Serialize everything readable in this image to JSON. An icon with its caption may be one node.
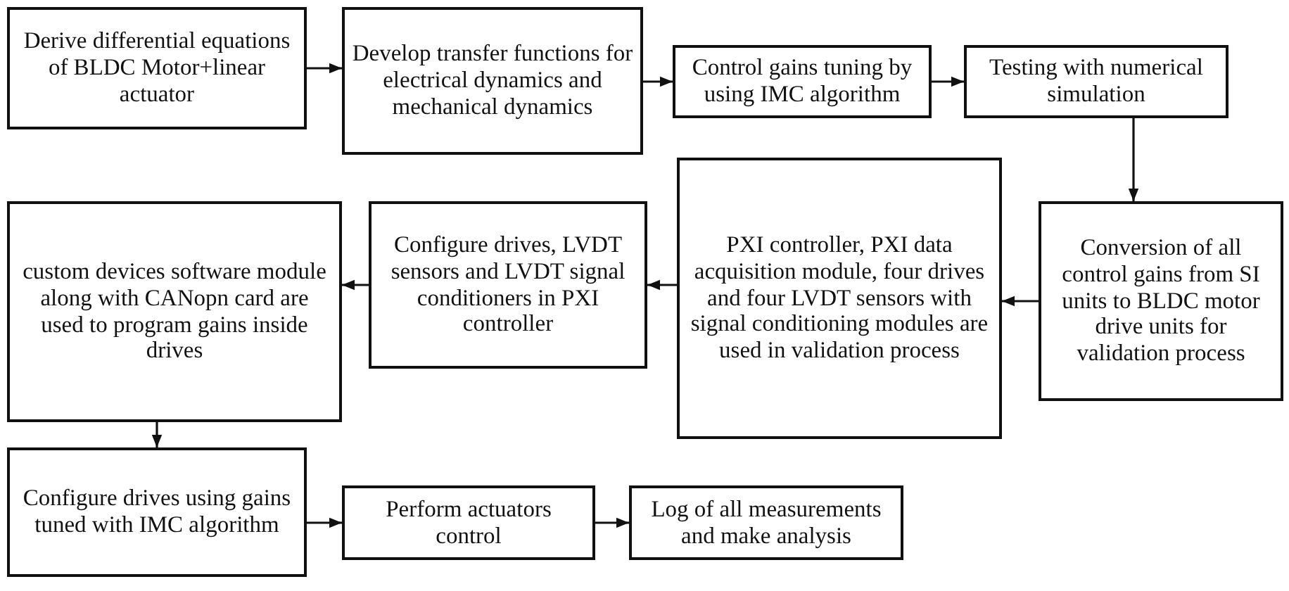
{
  "diagram": {
    "nodes": [
      {
        "text": [
          "Derive differential equations of BLDC Motor+linear actuator"
        ]
      },
      {
        "text": [
          "Develop transfer functions for electrical dynamics and mechanical dynamics"
        ]
      },
      {
        "text": [
          "Control gains tuning by using IMC algorithm"
        ]
      },
      {
        "text": [
          "Testing with numerical simulation"
        ]
      },
      {
        "text": [
          "Conversion of all control gains from SI units to BLDC motor drive units for validation process"
        ]
      },
      {
        "text": [
          "PXI controller, PXI data acquisition module, four drives and four LVDT sensors with signal conditioning modules are used in validation process"
        ]
      },
      {
        "text": [
          "Configure drives, LVDT sensors and LVDT signal conditioners in PXI controller"
        ]
      },
      {
        "text": [
          "custom devices software module along with CANopn card are used to program gains inside drives"
        ]
      },
      {
        "text": [
          "Configure drives using gains tuned with IMC algorithm"
        ]
      },
      {
        "text": [
          "Perform actuators control"
        ]
      },
      {
        "text": [
          "Log of all measurements and make analysis"
        ]
      }
    ],
    "edges": [
      {
        "from": 0,
        "to": 1,
        "arrow": "to"
      },
      {
        "from": 1,
        "to": 2,
        "arrow": "to"
      },
      {
        "from": 2,
        "to": 3,
        "arrow": "to"
      },
      {
        "from": 3,
        "to": 4,
        "arrow": "to"
      },
      {
        "from": 4,
        "to": 5,
        "arrow": "to"
      },
      {
        "from": 5,
        "to": 6,
        "arrow": "to"
      },
      {
        "from": 6,
        "to": 7,
        "arrow": "to"
      },
      {
        "from": 7,
        "to": 8,
        "arrow": "to"
      },
      {
        "from": 8,
        "to": 9,
        "arrow": "to"
      },
      {
        "from": 9,
        "to": 10,
        "arrow": "to"
      }
    ]
  }
}
